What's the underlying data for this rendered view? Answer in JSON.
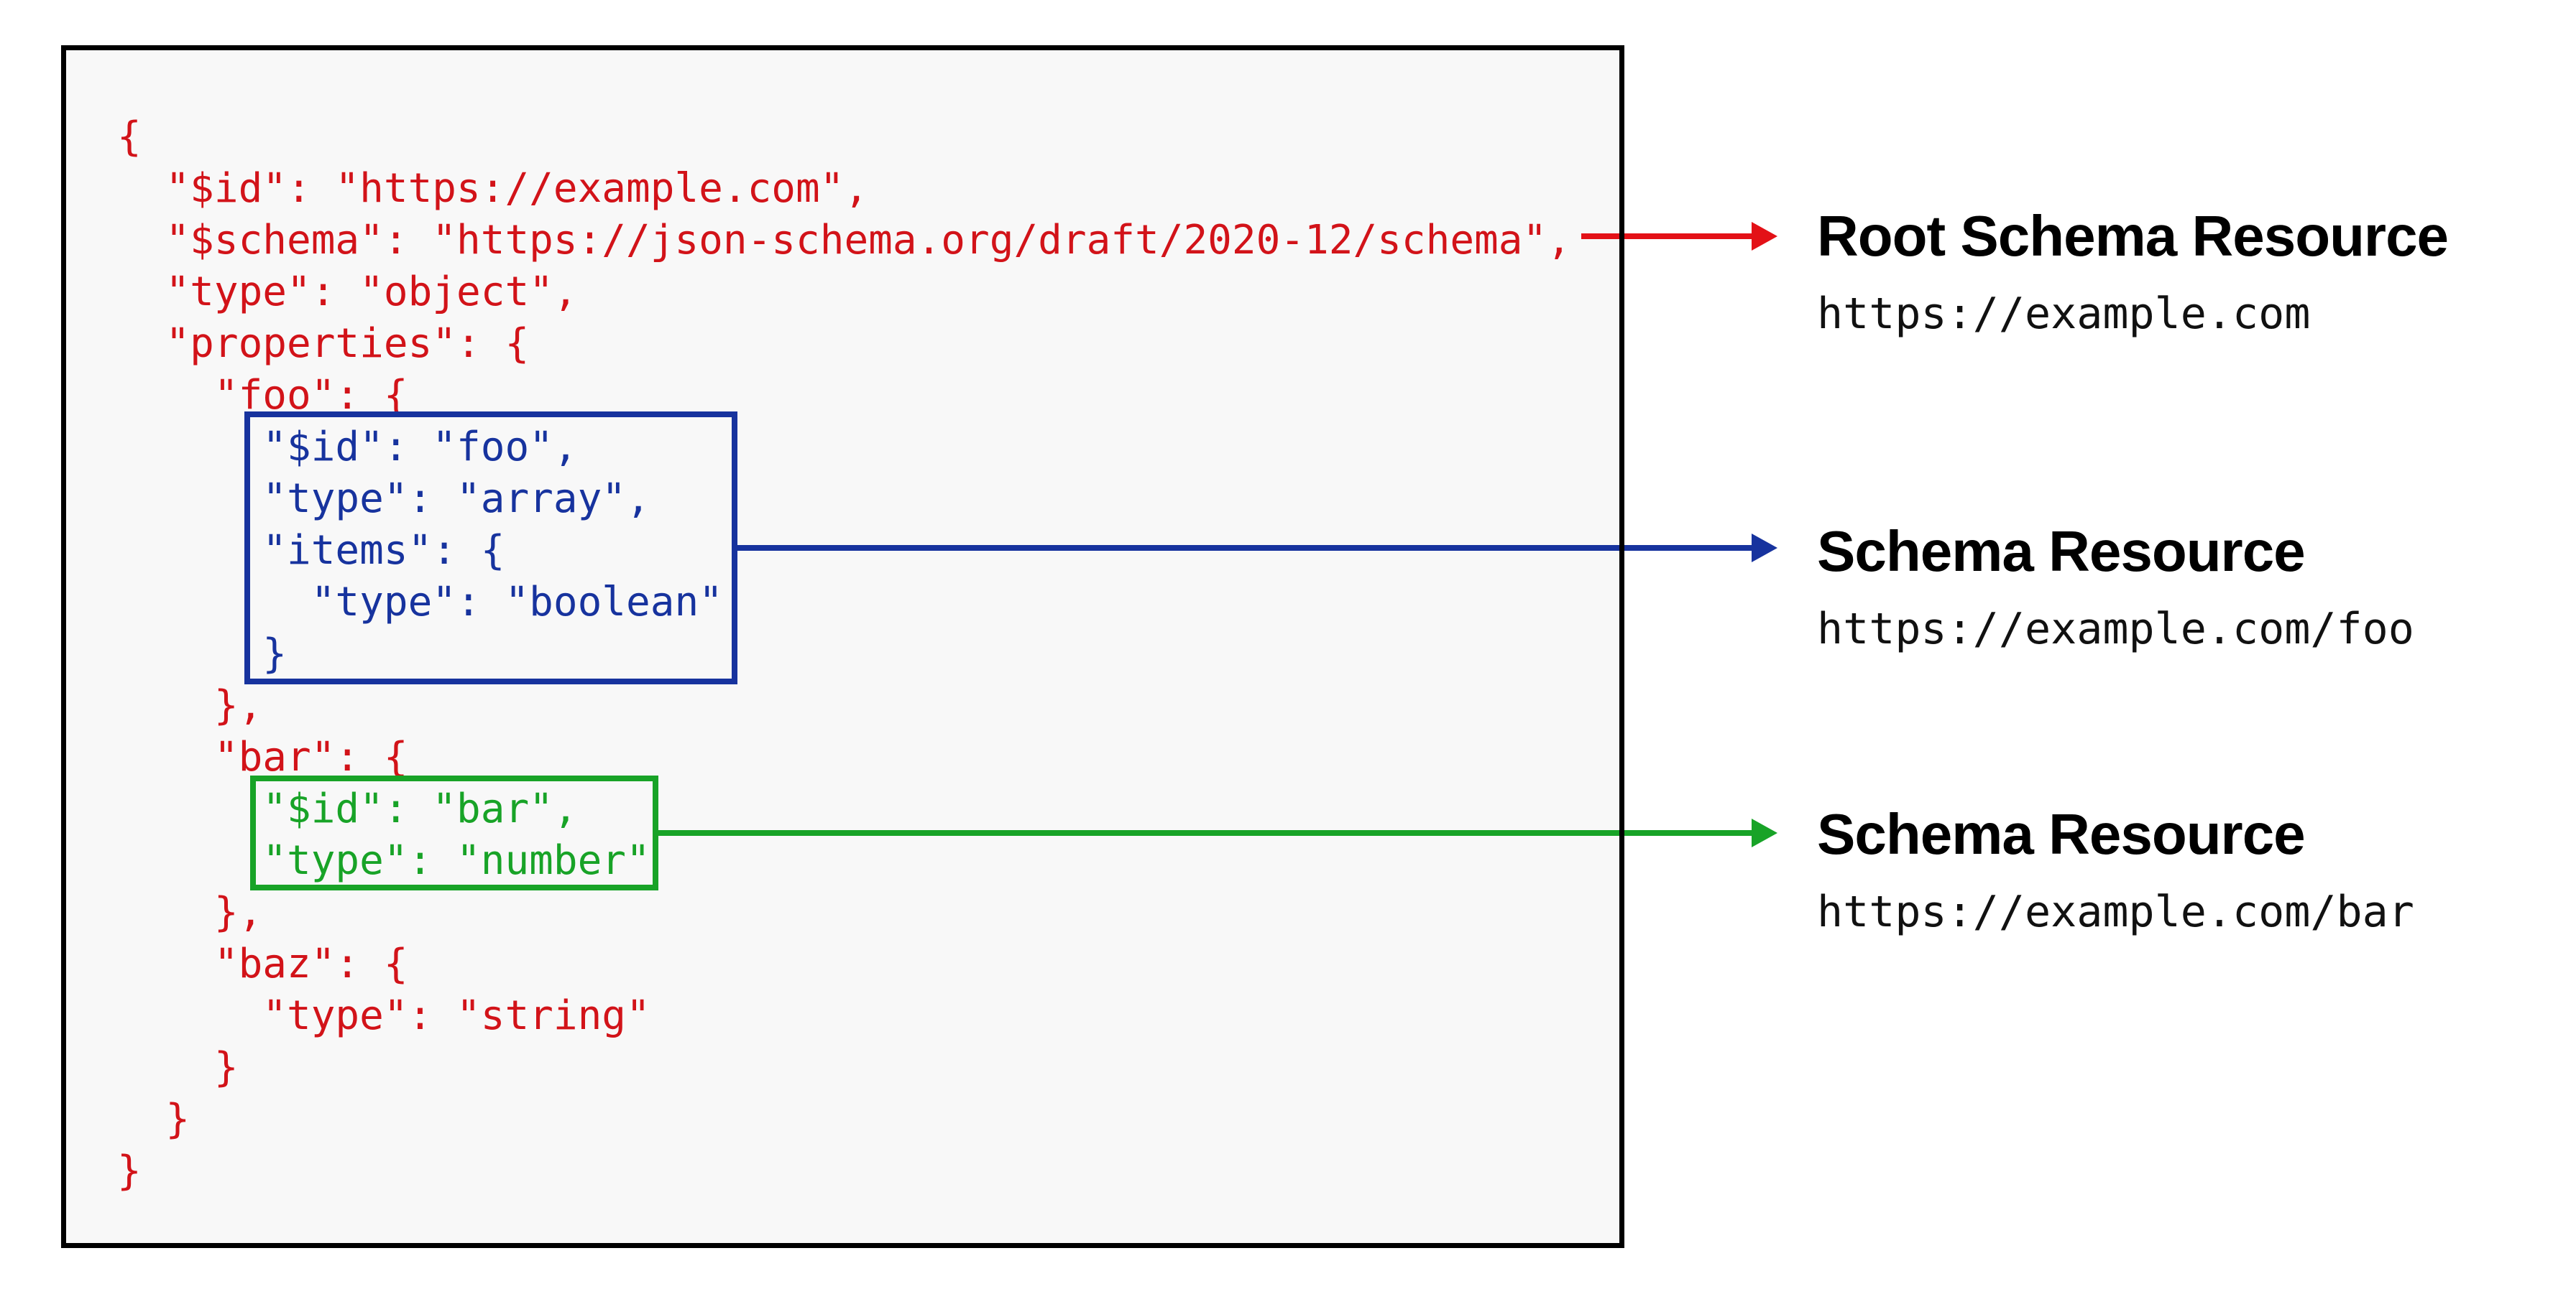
{
  "diagram": {
    "description": "JSON Schema document with embedded schema resources",
    "colors": {
      "code_red": "#d21319",
      "schema_blue": "#17339e",
      "schema_green": "#18a327",
      "arrow_red": "#e31117",
      "panel_background": "#f8f8f8",
      "panel_border": "#000000",
      "label_text": "#000000"
    }
  },
  "code": {
    "lines": [
      {
        "text": "{",
        "color": "red"
      },
      {
        "text": "  \"$id\": \"https://example.com\",",
        "color": "red"
      },
      {
        "text": "  \"$schema\": \"https://json-schema.org/draft/2020-12/schema\",",
        "color": "red"
      },
      {
        "text": "  \"type\": \"object\",",
        "color": "red"
      },
      {
        "text": "  \"properties\": {",
        "color": "red"
      },
      {
        "text": "    \"foo\": {",
        "color": "red"
      },
      {
        "text": "      \"$id\": \"foo\",",
        "color": "blue"
      },
      {
        "text": "      \"type\": \"array\",",
        "color": "blue"
      },
      {
        "text": "      \"items\": {",
        "color": "blue"
      },
      {
        "text": "        \"type\": \"boolean\"",
        "color": "blue"
      },
      {
        "text": "      }",
        "color": "blue"
      },
      {
        "text": "    },",
        "color": "red"
      },
      {
        "text": "    \"bar\": {",
        "color": "red"
      },
      {
        "text": "      \"$id\": \"bar\",",
        "color": "green"
      },
      {
        "text": "      \"type\": \"number\"",
        "color": "green"
      },
      {
        "text": "    },",
        "color": "red"
      },
      {
        "text": "    \"baz\": {",
        "color": "red"
      },
      {
        "text": "      \"type\": \"string\"",
        "color": "red"
      },
      {
        "text": "    }",
        "color": "red"
      },
      {
        "text": "  }",
        "color": "red"
      },
      {
        "text": "}",
        "color": "red"
      }
    ]
  },
  "annotations": [
    {
      "title": "Root Schema Resource",
      "url": "https://example.com",
      "color": "#e31117"
    },
    {
      "title": "Schema Resource",
      "url": "https://example.com/foo",
      "color": "#17339e"
    },
    {
      "title": "Schema Resource",
      "url": "https://example.com/bar",
      "color": "#18a327"
    }
  ]
}
